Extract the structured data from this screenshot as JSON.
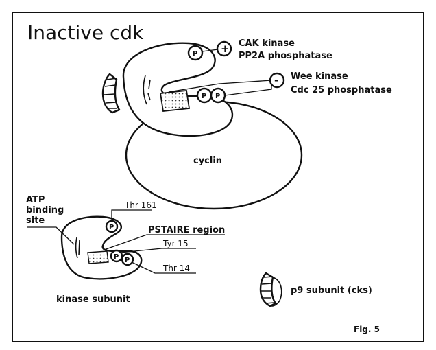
{
  "title": "Inactive cdk",
  "figure_label": "Fig. 5",
  "activators": {
    "sign": "+",
    "cak": "CAK kinase",
    "pp2a": "PP2A phosphatase"
  },
  "inhibitors": {
    "sign": "-",
    "wee": "Wee kinase",
    "cdc25": "Cdc 25 phosphatase"
  },
  "phospho_symbol": "P",
  "cyclin_label": "cyclin",
  "kinase_subunit": {
    "label": "kinase subunit",
    "atp_line1": "ATP",
    "atp_line2": "binding",
    "atp_line3": "site",
    "thr161": "Thr 161",
    "pstaire": "PSTAIRE region",
    "tyr15": "Tyr 15",
    "thr14": "Thr 14"
  },
  "p9_label": "p9 subunit (cks)"
}
